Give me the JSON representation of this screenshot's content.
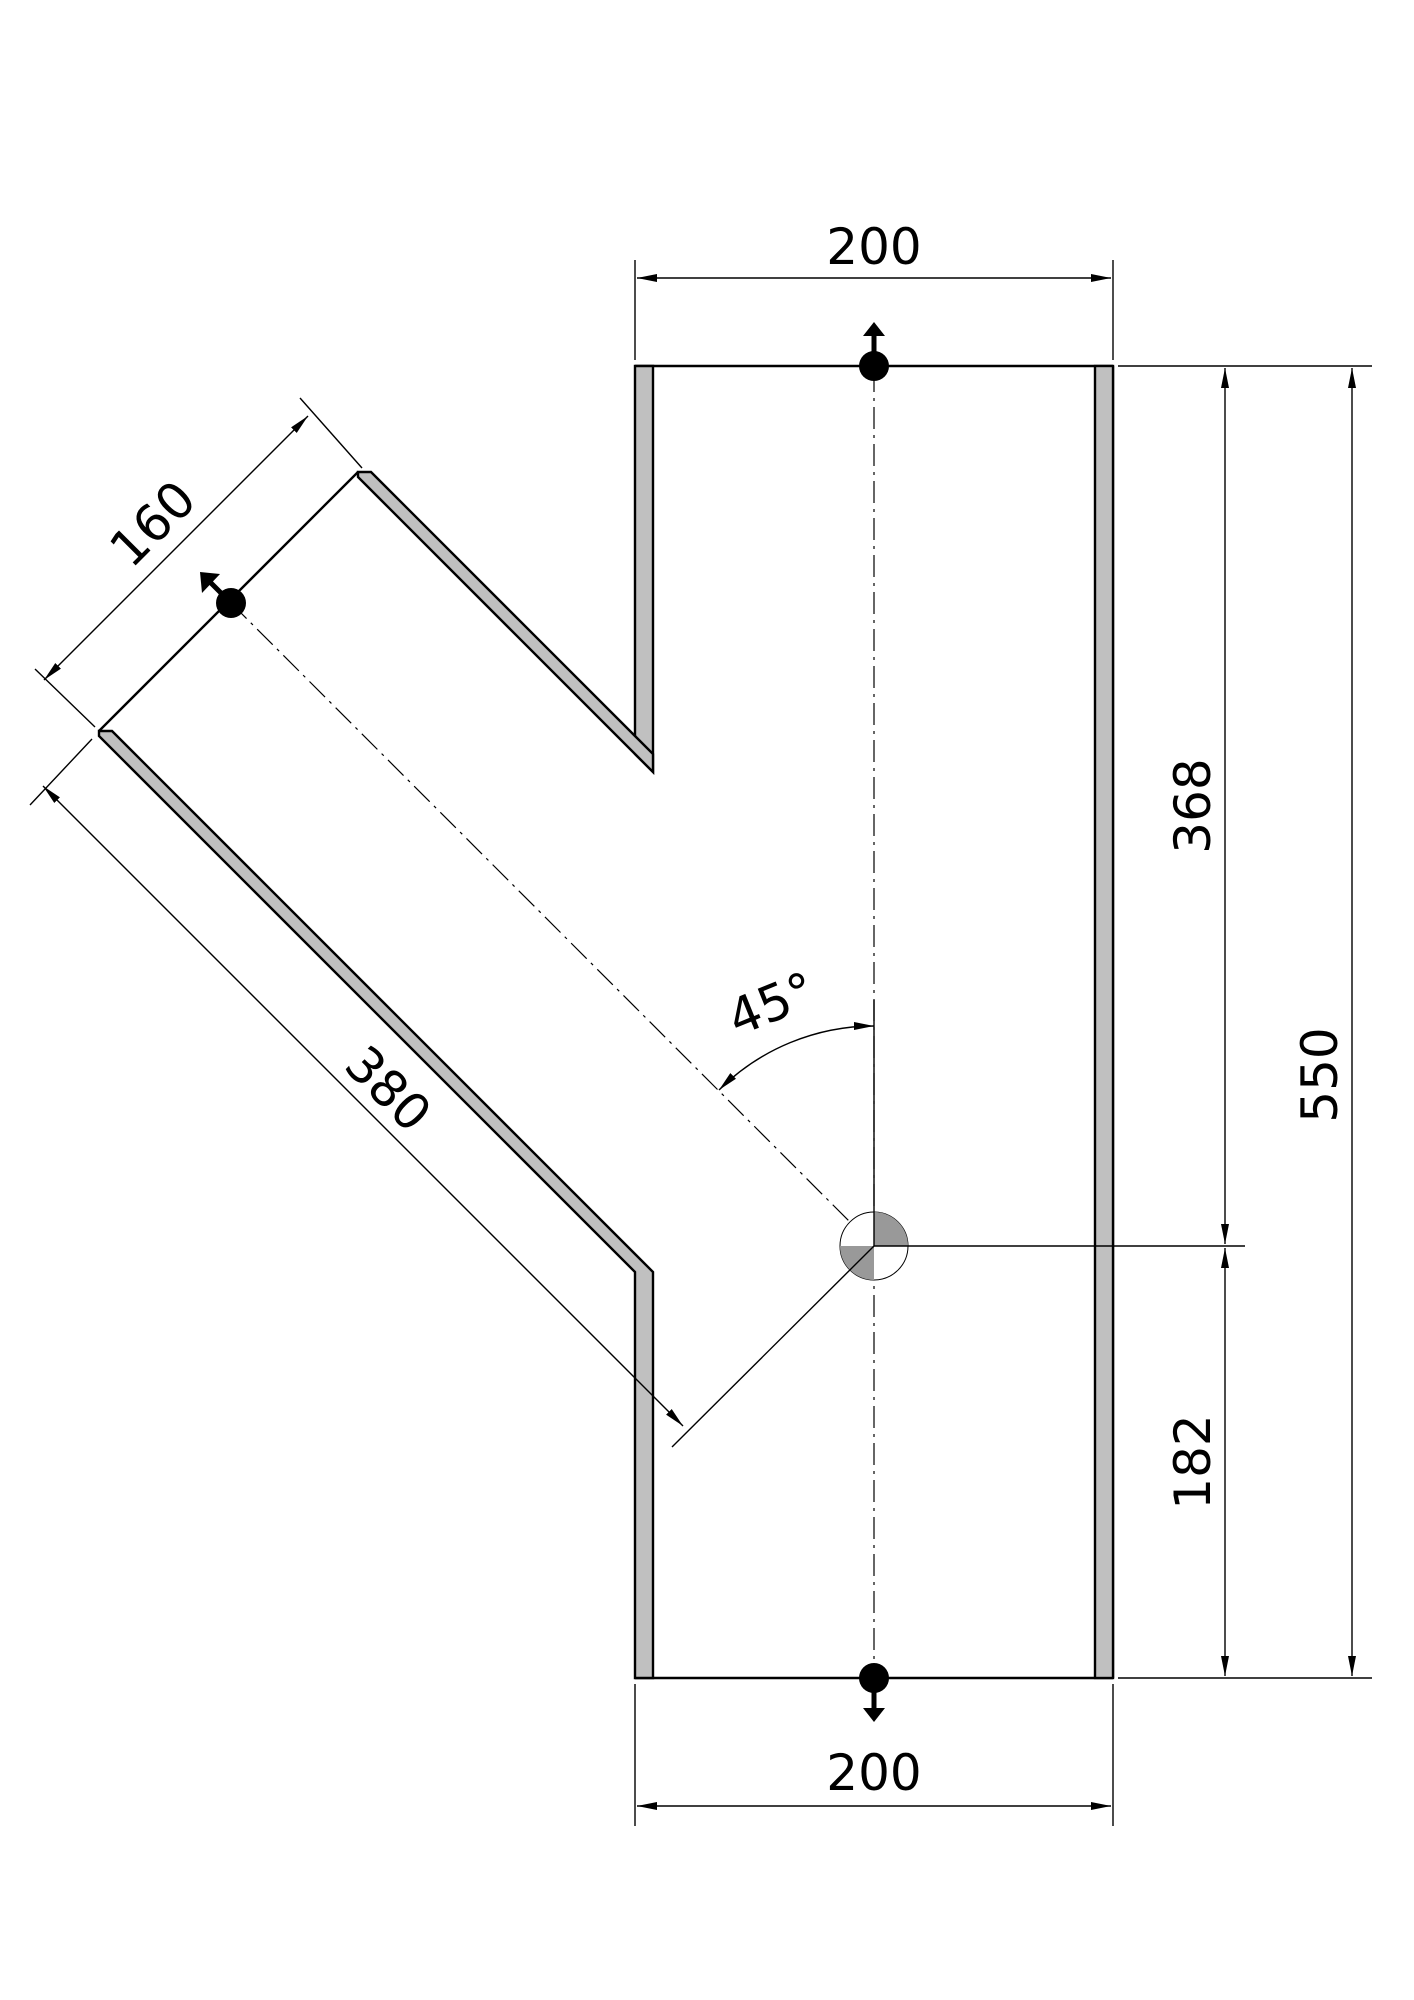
{
  "colors": {
    "line": "#000000",
    "wall_fill": "#c0c0c0",
    "background": "#ffffff"
  },
  "dimensions": {
    "top_width": "200",
    "bottom_width": "200",
    "upper_height": "368",
    "lower_height": "182",
    "total_height": "550",
    "branch_width": "160",
    "branch_length": "380",
    "branch_angle": "45°"
  }
}
